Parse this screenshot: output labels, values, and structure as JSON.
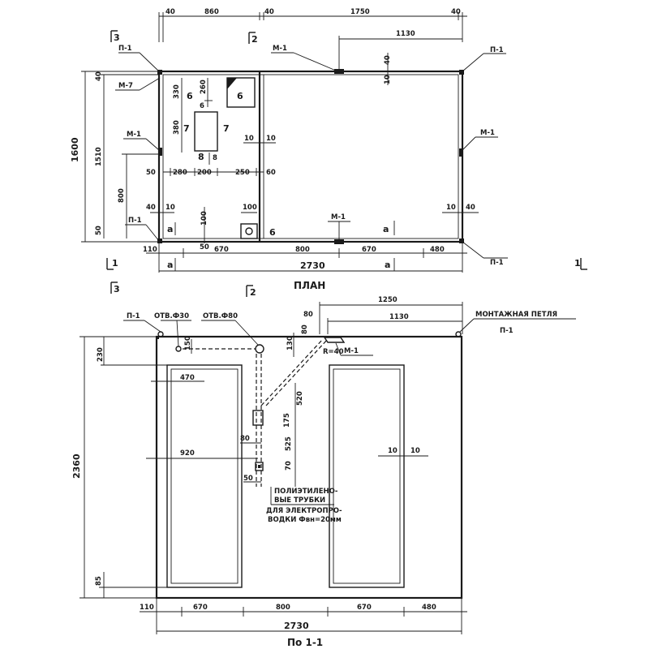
{
  "plan": {
    "title": "ПЛАН",
    "top_dims": [
      "40",
      "860",
      "40",
      "1750",
      "40"
    ],
    "dim_1130_top": "1130",
    "dim_40_mid": "40",
    "dim_10_mid": "10",
    "left_dims": [
      "1600",
      "1510",
      "800",
      "50",
      "40"
    ],
    "dim_330": "330",
    "dim_260": "260",
    "dim_380": "380",
    "dim_6a": "6",
    "dim_6b": "6",
    "dim_6c": "6",
    "dim_7a": "7",
    "dim_7b": "7",
    "dim_8a": "8",
    "dim_8b": "8",
    "dim_10a": "10",
    "dim_10b": "10",
    "dim_10c": "10",
    "dim_40r": "40",
    "dim_40l": "40",
    "dim_100a": "100",
    "dim_100b": "100",
    "inner_dims": [
      "50",
      "280",
      "200",
      "250",
      "60"
    ],
    "bottom_dims": [
      "110",
      "670",
      "800",
      "670",
      "480"
    ],
    "dim_50_bottom": "50",
    "total": "2730",
    "axis_a": "а",
    "axis_b": "а",
    "axis_c": "а",
    "axis_d": "а",
    "labels": {
      "p1_tl": "П-1",
      "p1_tr": "П-1",
      "p1_bl": "П-1",
      "p1_br": "П-1",
      "m1_top": "М-1",
      "m7": "М-7",
      "m1_left": "М-1",
      "m1_right": "М-1",
      "m1_bottom": "М-1"
    },
    "sect_marks": {
      "s3": "3",
      "s2": "2",
      "s1l": "1",
      "s1r": "1"
    }
  },
  "section": {
    "title": "По 1-1",
    "sect_marks": {
      "s3": "3",
      "s2": "2"
    },
    "p1_left": "П-1",
    "p1_right": "П-1",
    "otv30": "ОТВ.Ф30",
    "otv80": "ОТВ.Ф80",
    "loop": "МОНТАЖНАЯ ПЕТЛЯ",
    "m1": "М-1",
    "r40": "R=40",
    "dim_1250": "1250",
    "dim_1130": "1130",
    "dim_80a": "80",
    "dim_80b": "80",
    "dim_130": "130",
    "dim_150": "150",
    "dim_230": "230",
    "dim_470": "470",
    "dim_520": "520",
    "dim_175": "175",
    "dim_525": "525",
    "dim_70": "70",
    "dim_80c": "80",
    "dim_50": "50",
    "dim_920": "920",
    "dim_2360": "2360",
    "dim_85": "85",
    "dim_10a": "10",
    "dim_10b": "10",
    "note": [
      "ПОЛИЭТИЛЕНО-",
      "ВЫЕ ТРУБКИ",
      "ДЛЯ ЭЛЕКТРОПРО-",
      "ВОДКИ Фвн=20мм"
    ],
    "bottom_dims": [
      "110",
      "670",
      "800",
      "670",
      "480"
    ],
    "total": "2730"
  }
}
